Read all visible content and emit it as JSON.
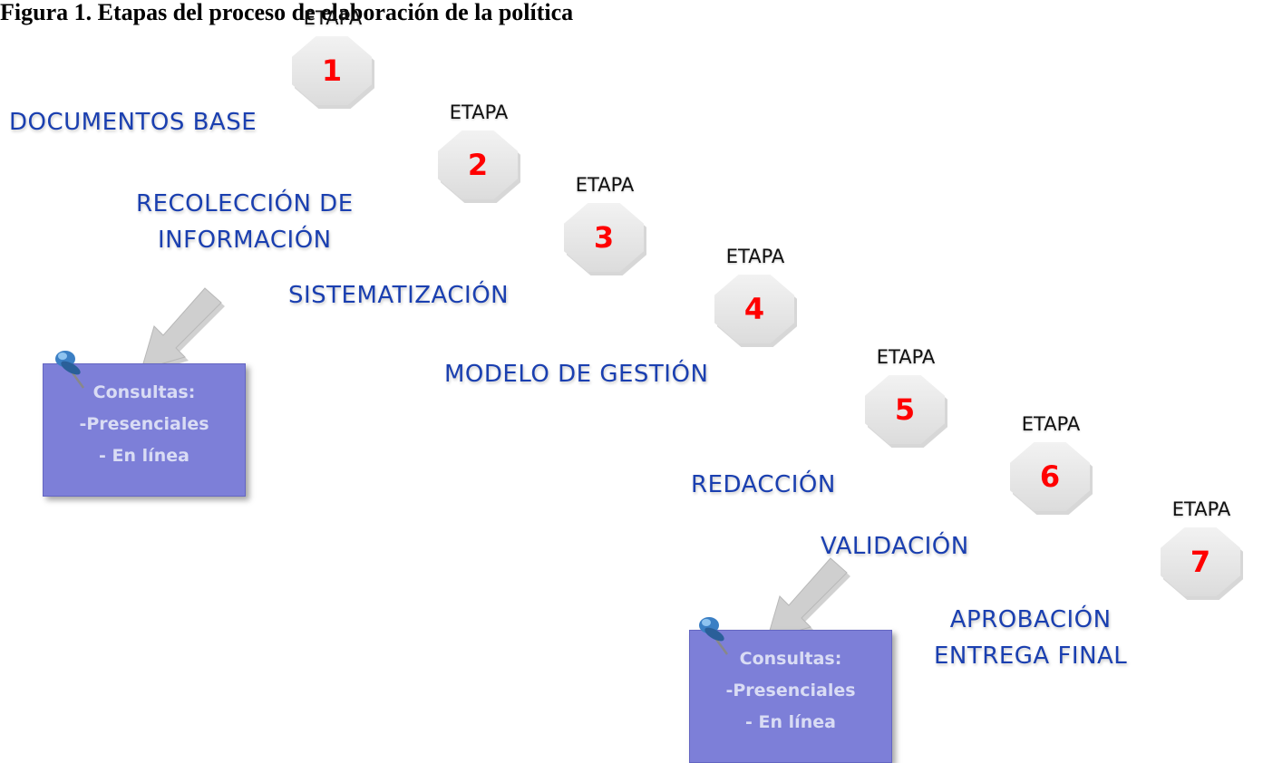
{
  "heading": "Figura 1. Etapas del proceso de elaboración de la política",
  "stage_label": "ETAPA",
  "stages": [
    {
      "number": "1",
      "name": "DOCUMENTOS BASE"
    },
    {
      "number": "2",
      "name": "RECOLECCIÓN DE INFORMACIÓN",
      "name_line1": "RECOLECCIÓN DE",
      "name_line2": "INFORMACIÓN"
    },
    {
      "number": "3",
      "name": "SISTEMATIZACIÓN"
    },
    {
      "number": "4",
      "name": "MODELO DE GESTIÓN"
    },
    {
      "number": "5",
      "name": "REDACCIÓN"
    },
    {
      "number": "6",
      "name": "VALIDACIÓN"
    },
    {
      "number": "7",
      "name": "APROBACIÓN ENTREGA FINAL",
      "name_line1": "APROBACIÓN",
      "name_line2": "ENTREGA FINAL"
    }
  ],
  "notes": [
    {
      "title": "Consultas:",
      "line1": "-Presenciales",
      "line2": "- En línea"
    },
    {
      "title": "Consultas:",
      "line1": "-Presenciales",
      "line2": "- En línea"
    }
  ],
  "colors": {
    "label_blue": "#1a3fb0",
    "number_red": "#ff0000",
    "note_fill": "#7d7fd8",
    "note_text": "#d9dcf4",
    "badge_gray": "#e2e2e2"
  }
}
